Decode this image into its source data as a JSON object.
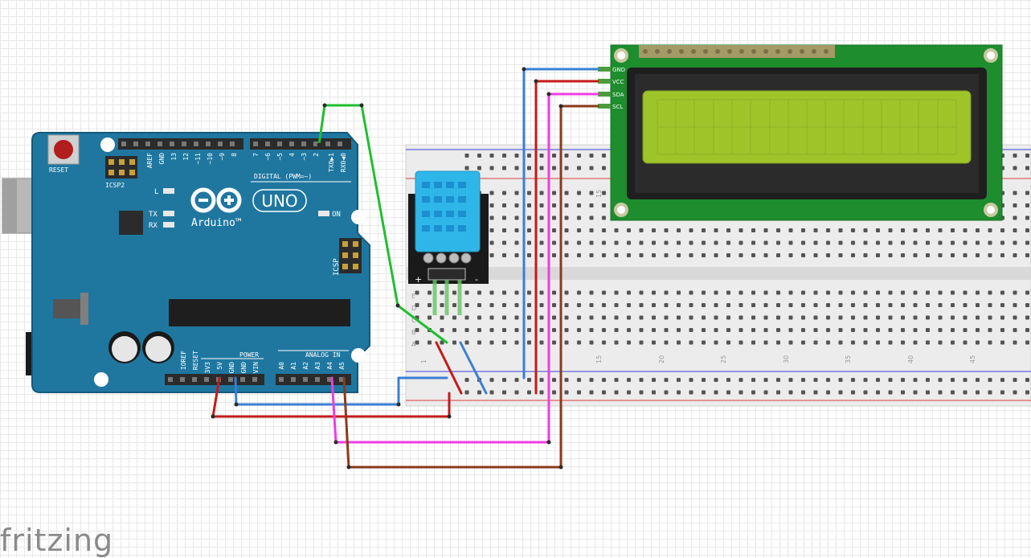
{
  "arduino": {
    "reset_label": "RESET",
    "icsp2_label": "ICSP2",
    "icsp_label": "ICSP",
    "digital_label": "DIGITAL (PWM=~)",
    "digital_pins": [
      "AREF",
      "GND",
      "13",
      "12",
      "~11",
      "~10",
      "~9",
      "8",
      "7",
      "~6",
      "~5",
      "4",
      "~3",
      "2",
      "TX0▶1",
      "RX0◀0"
    ],
    "led_l_label": "L",
    "led_tx_label": "TX",
    "led_rx_label": "RX",
    "led_on_label": "ON",
    "uno_label": "UNO",
    "arduino_label": "Arduino™",
    "power_label": "POWER",
    "power_pins": [
      "IOREF",
      "RESET",
      "3V3",
      "5V",
      "GND",
      "GND",
      "VIN"
    ],
    "analog_label": "ANALOG IN",
    "analog_pins": [
      "A0",
      "A1",
      "A2",
      "A3",
      "A4",
      "A5"
    ]
  },
  "dht_sensor": {
    "plus_label": "+",
    "minus_label": "-"
  },
  "breadboard": {
    "row_labels": [
      "E",
      "D",
      "C",
      "B",
      "A"
    ],
    "bottom_numbers": [
      "1",
      "15",
      "20",
      "25",
      "30",
      "35",
      "40",
      "45"
    ],
    "top_number": "15"
  },
  "lcd": {
    "pin_labels": [
      "GND",
      "VCC",
      "SDA",
      "SCL"
    ]
  },
  "wire_colors": {
    "green": "#1fbf2e",
    "blue": "#3a7fd5",
    "red": "#c41a1a",
    "magenta": "#ef3ce0",
    "brown": "#8b3a1a"
  },
  "brand": "fritzing"
}
